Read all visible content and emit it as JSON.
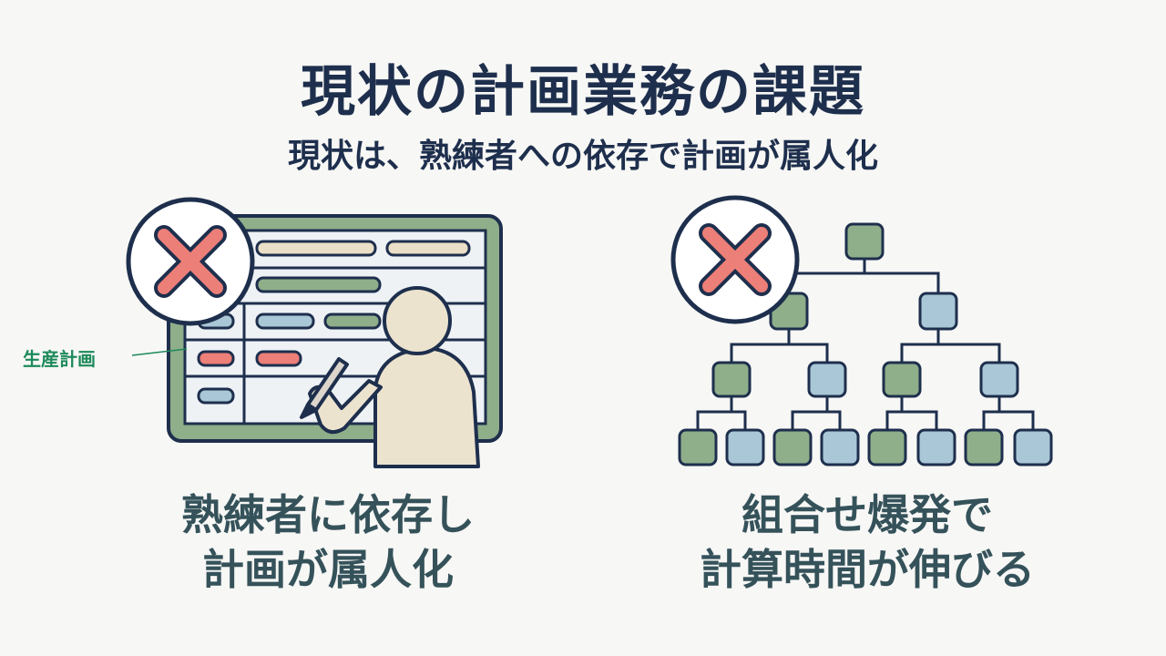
{
  "header": {
    "title": "現状の計画業務の課題",
    "subtitle": "現状は、熟練者への依存で計画が属人化"
  },
  "left_panel": {
    "board_label": "生産計画",
    "caption_line1": "熟練者に依存し",
    "caption_line2": "計画が属人化"
  },
  "right_panel": {
    "caption_line1": "組合せ爆発で",
    "caption_line2": "計算時間が伸びる"
  },
  "colors": {
    "navy": "#1e2f4d",
    "caption": "#35525a",
    "green": "#8fae8a",
    "blue": "#a9c7d6",
    "red_x": "#ec7f78",
    "person": "#ece3cf",
    "label_green": "#1d8a5a"
  }
}
